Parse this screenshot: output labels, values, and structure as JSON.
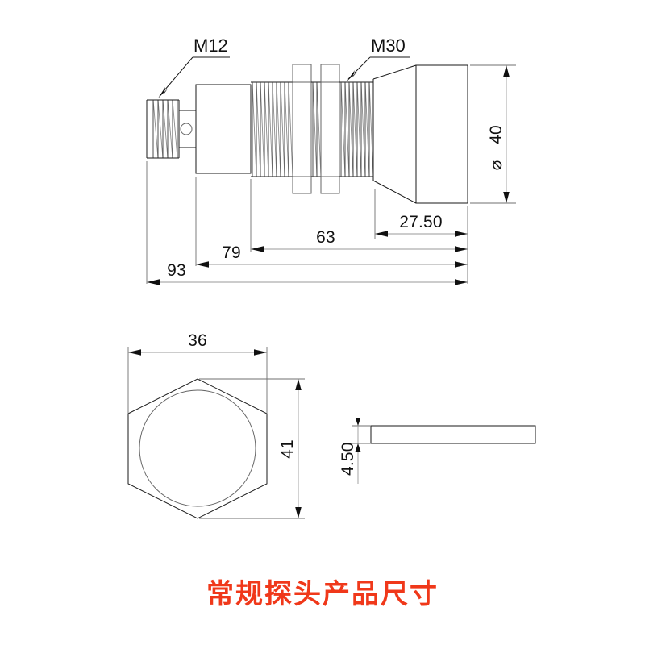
{
  "drawing": {
    "title_caption": "常规探头产品尺寸",
    "caption_color": "#F0381A",
    "line_color": "#1a1a1a",
    "background": "#ffffff",
    "views": {
      "side_view": {
        "name": "side-elevation-view",
        "thread_labels": [
          {
            "id": "m12",
            "text": "M12"
          },
          {
            "id": "m30",
            "text": "M30"
          }
        ],
        "diameter_label": "40",
        "diameter_symbol": "⌀",
        "length_dimensions": [
          {
            "id": "d2750",
            "text": "27.50"
          },
          {
            "id": "d63",
            "text": "63"
          },
          {
            "id": "d79",
            "text": "79"
          },
          {
            "id": "d93",
            "text": "93"
          }
        ]
      },
      "hex_view": {
        "name": "hex-nut-front-view",
        "across_flats": "36",
        "across_corners": "41"
      },
      "bar_view": {
        "name": "washer-side-view",
        "thickness": "4.50"
      }
    }
  }
}
